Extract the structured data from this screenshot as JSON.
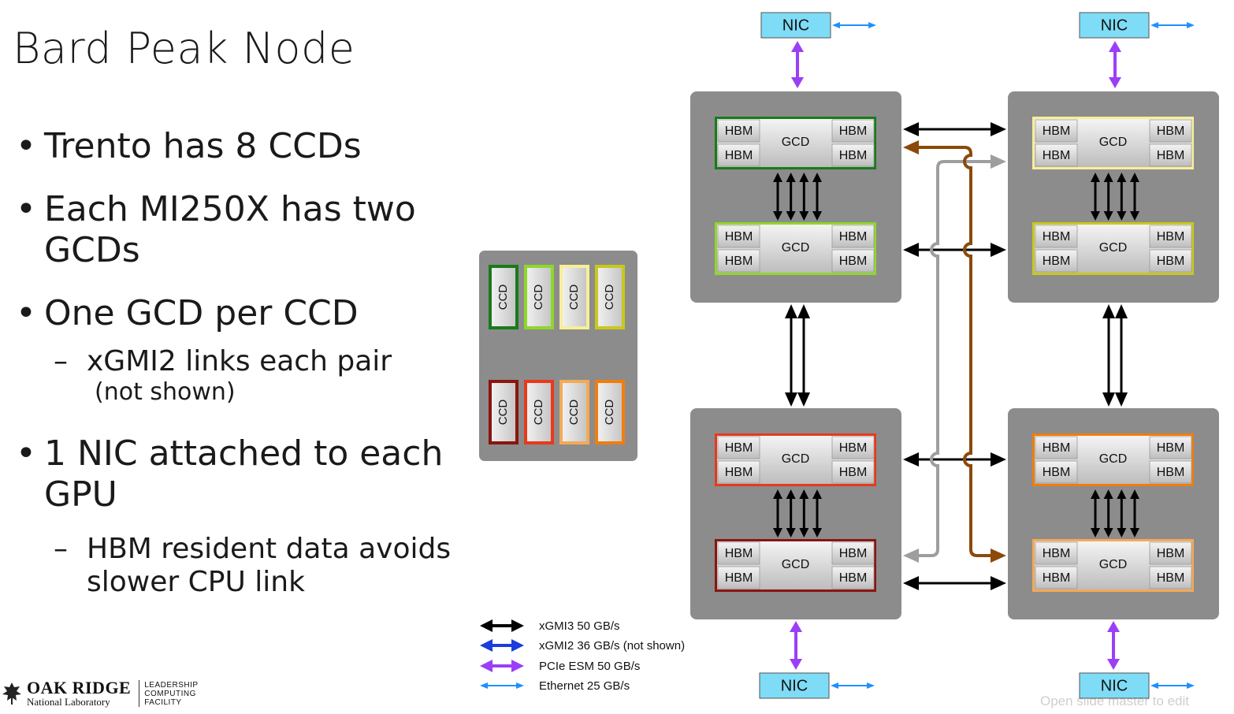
{
  "slide": {
    "title": "Bard Peak Node",
    "bullets": [
      {
        "text": "Trento has 8 CCDs"
      },
      {
        "text": "Each MI250X has two GCDs"
      },
      {
        "text": "One GCD per CCD"
      },
      {
        "sub": "xGMI2 links each pair",
        "note": "(not shown)"
      },
      {
        "text": "1 NIC attached to each GPU"
      },
      {
        "sub": "HBM resident data avoids slower CPU link"
      }
    ],
    "footer": "Open slide master to edit"
  },
  "logo": {
    "name": "OAK RIDGE",
    "sub": "National Laboratory",
    "facility": [
      "LEADERSHIP",
      "COMPUTING",
      "FACILITY"
    ]
  },
  "diagram": {
    "nic_label": "NIC",
    "gcd_label": "GCD",
    "hbm_label": "HBM",
    "ccd_label": "CCD",
    "colors": {
      "module_bg": "#8c8c8c",
      "nic_fill": "#7fdcf6",
      "xgmi3": "#000000",
      "xgmi2": "#1a3ddb",
      "pcie": "#9b3ff7",
      "ethernet": "#1e90ff",
      "cpu_link_grey": "#9e9e9e",
      "cpu_link_brown": "#8b4a0a",
      "gcd_borders": [
        "#1a7a1a",
        "#8fd72b",
        "#f6ef99",
        "#c9c81c",
        "#e8391c",
        "#8a150f",
        "#f07d0c",
        "#f4a956"
      ],
      "ccd_borders_top": [
        "#1a7a1a",
        "#8fd72b",
        "#f6ef99",
        "#c9c81c"
      ],
      "ccd_borders_bottom": [
        "#8a150f",
        "#e8391c",
        "#f4a956",
        "#f07d0c"
      ]
    },
    "legend": [
      {
        "label": "xGMI3 50 GB/s",
        "color": "#000000"
      },
      {
        "label": "xGMI2 36 GB/s (not shown)",
        "color": "#1a3ddb"
      },
      {
        "label": "PCIe ESM 50 GB/s",
        "color": "#9b3ff7"
      },
      {
        "label": "Ethernet 25 GB/s",
        "color": "#1e90ff"
      }
    ]
  }
}
